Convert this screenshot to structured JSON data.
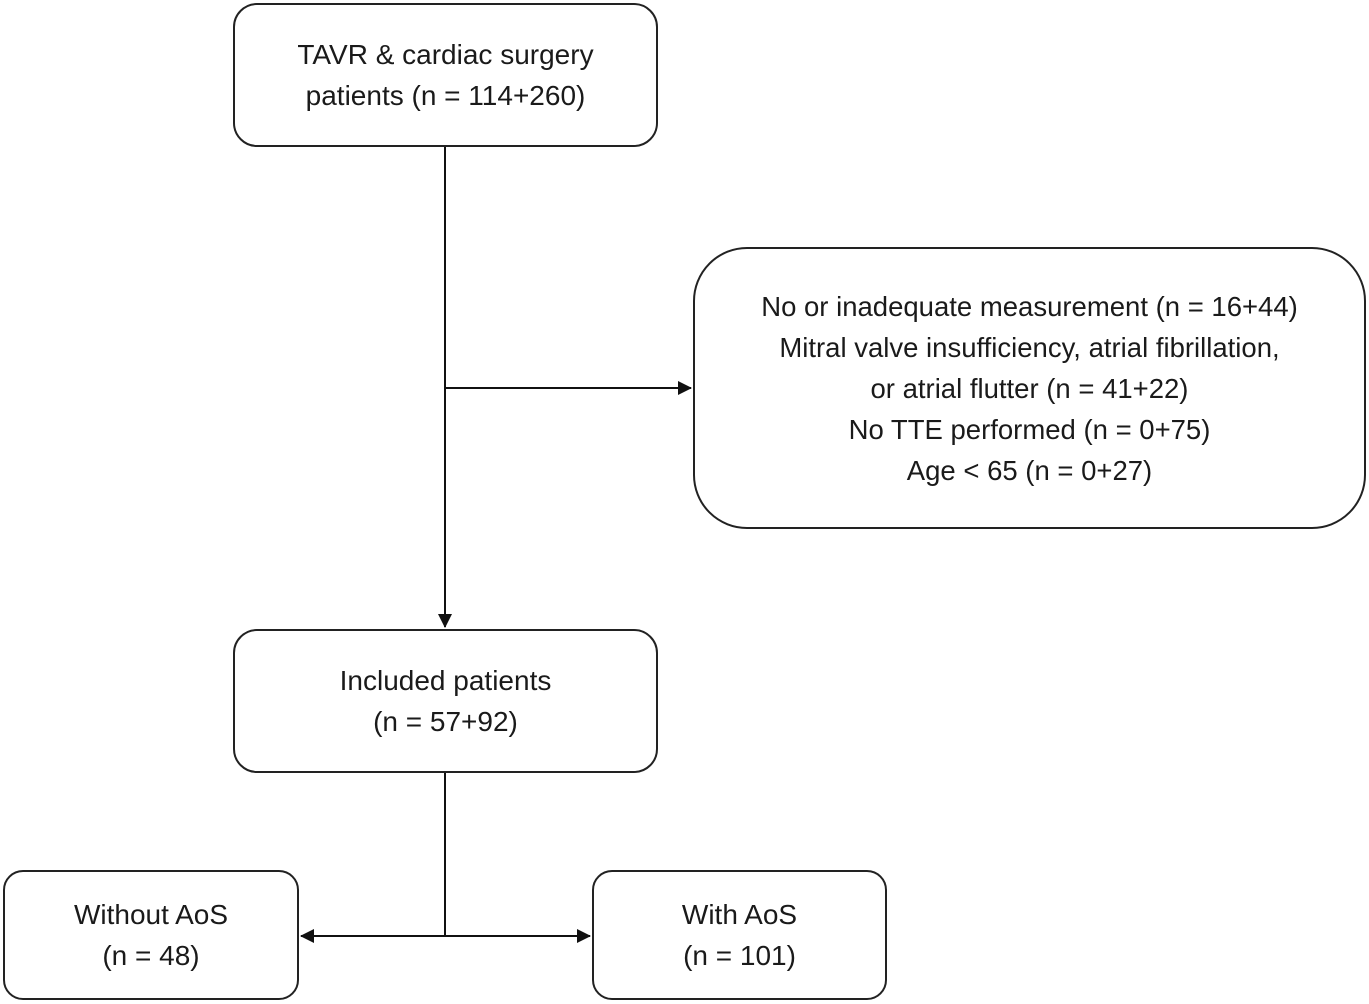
{
  "flowchart": {
    "start": {
      "line1": "TAVR & cardiac surgery",
      "line2": "patients (n = 114+260)"
    },
    "exclusion": {
      "lines": [
        "No or inadequate measurement  (n = 16+44)",
        "Mitral valve insufficiency, atrial fibrillation,",
        "or atrial flutter (n = 41+22)",
        "No TTE performed  (n = 0+75)",
        "Age < 65 (n = 0+27)"
      ]
    },
    "included": {
      "line1": "Included patients",
      "line2": "(n = 57+92)"
    },
    "without_aos": {
      "line1": "Without AoS",
      "line2": "(n = 48)"
    },
    "with_aos": {
      "line1": "With AoS",
      "line2": "(n = 101)"
    }
  }
}
